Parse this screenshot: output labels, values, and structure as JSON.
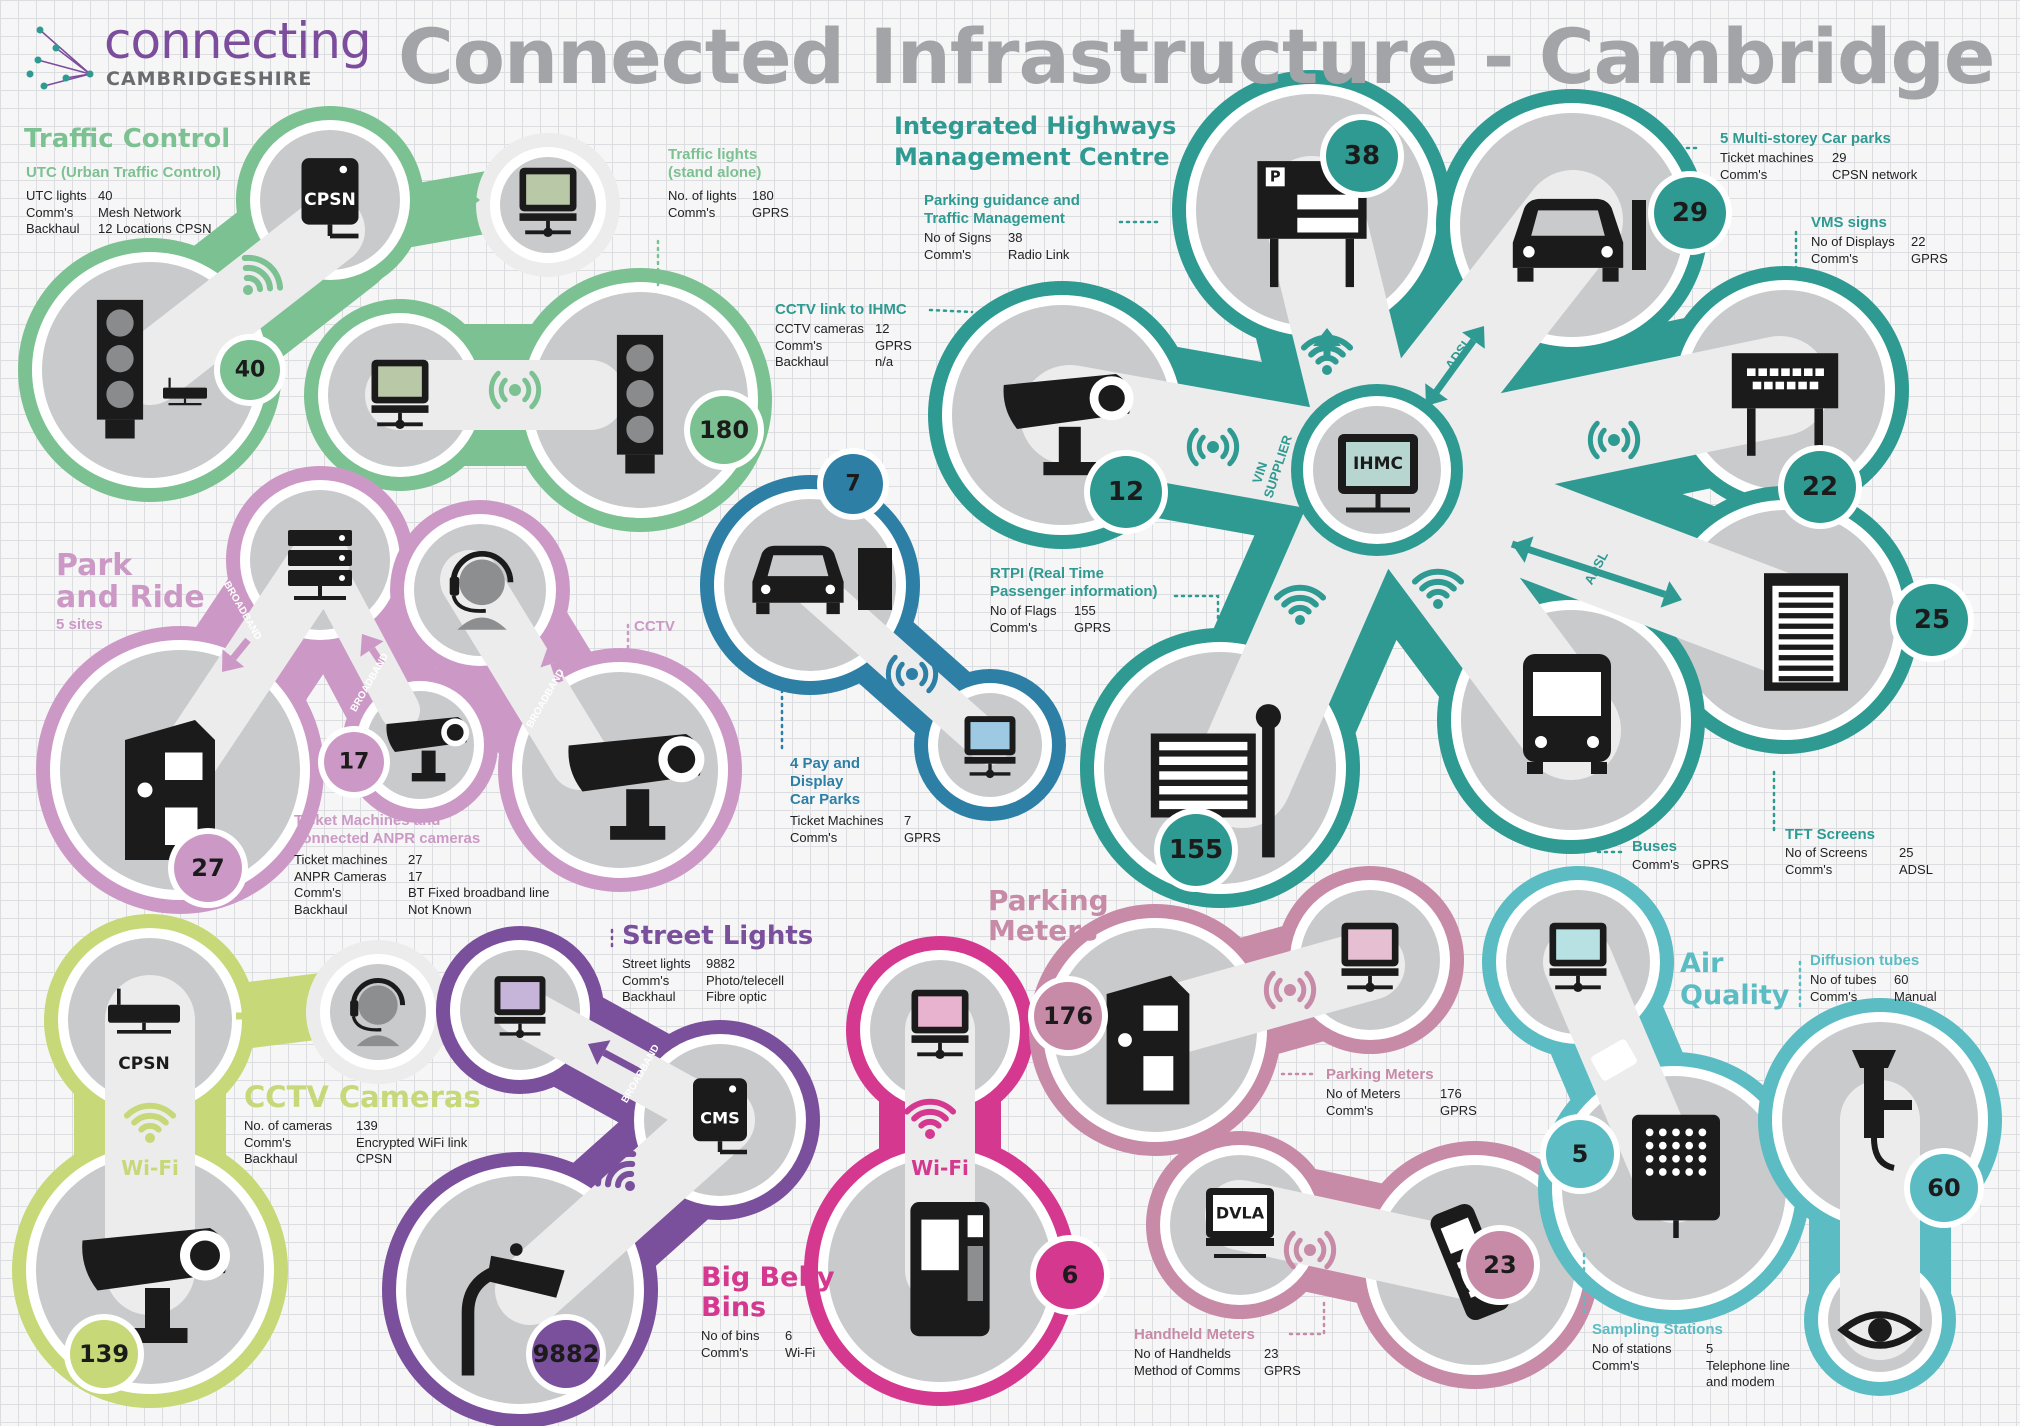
{
  "header": {
    "title": "Connected Infrastructure - Cambridge",
    "logo_line1": "connecting",
    "logo_line2": "CAMBRIDGESHIRE"
  },
  "colors": {
    "traffic": "#7cc192",
    "park": "#cc99c6",
    "ihmc": "#2e9a91",
    "pay": "#2d7fa6",
    "cctv": "#c6d877",
    "street": "#7a4f9c",
    "bin": "#d4388f",
    "meters": "#c78aa7",
    "air": "#5bbcc3",
    "icon_bg": "#c9cacc",
    "icon_dark": "#1b1b1b"
  },
  "traffic_control": {
    "title": "Traffic Control",
    "utc_heading": "UTC (Urban Traffic Control)",
    "utc_rows": [
      [
        "UTC lights",
        "40"
      ],
      [
        "Comm's",
        "Mesh Network"
      ],
      [
        "Backhaul",
        "12 Locations CPSN"
      ]
    ],
    "standalone_heading_1": "Traffic lights",
    "standalone_heading_2": "(stand alone)",
    "standalone_rows": [
      [
        "No. of lights",
        "180"
      ],
      [
        "Comm's",
        "GPRS"
      ]
    ],
    "count_utc": "40",
    "count_standalone": "180",
    "cpsn_label": "CPSN"
  },
  "park_ride": {
    "title_1": "Park",
    "title_2": "and Ride",
    "sites": "5 sites",
    "cctv_label": "CCTV",
    "tm_heading_1": "Ticket Machines and",
    "tm_heading_2": "connected ANPR cameras",
    "rows": [
      [
        "Ticket machines",
        "27"
      ],
      [
        "ANPR Cameras",
        "17"
      ],
      [
        "Comm's",
        "BT Fixed broadband line"
      ],
      [
        "Backhaul",
        "Not Known"
      ]
    ],
    "count_tickets": "27",
    "count_anpr": "17",
    "broadband": "BROADBAND"
  },
  "pay_display": {
    "heading_1": "4 Pay and",
    "heading_2": "Display",
    "heading_3": "Car Parks",
    "rows": [
      [
        "Ticket Machines",
        "7"
      ],
      [
        "Comm's",
        "GPRS"
      ]
    ],
    "count": "7"
  },
  "ihmc": {
    "title_1": "Integrated Highways",
    "title_2": "Management Centre",
    "hub_label": "IHMC",
    "vin_supplier": "VIN SUPPLIER",
    "adsl": "ADSL",
    "parking_guidance": {
      "heading_1": "Parking guidance and",
      "heading_2": "Traffic Management",
      "rows": [
        [
          "No of Signs",
          "38"
        ],
        [
          "Comm's",
          "Radio Link"
        ]
      ],
      "count": "38"
    },
    "cctv_link": {
      "heading": "CCTV link to IHMC",
      "rows": [
        [
          "CCTV cameras",
          "12"
        ],
        [
          "Comm's",
          "GPRS"
        ],
        [
          "Backhaul",
          "n/a"
        ]
      ],
      "count": "12"
    },
    "multi_storey": {
      "heading": "5 Multi-storey Car parks",
      "rows": [
        [
          "Ticket machines",
          "29"
        ],
        [
          "Comm's",
          "CPSN network"
        ]
      ],
      "count": "29"
    },
    "vms": {
      "heading": "VMS signs",
      "rows": [
        [
          "No of Displays",
          "22"
        ],
        [
          "Comm's",
          "GPRS"
        ]
      ],
      "count": "22"
    },
    "rtpi": {
      "heading_1": "RTPI (Real Time",
      "heading_2": "Passenger information)",
      "rows": [
        [
          "No of Flags",
          "155"
        ],
        [
          "Comm's",
          "GPRS"
        ]
      ],
      "count": "155"
    },
    "buses": {
      "heading": "Buses",
      "rows": [
        [
          "Comm's",
          "GPRS"
        ]
      ]
    },
    "tft": {
      "heading": "TFT Screens",
      "rows": [
        [
          "No of Screens",
          "25"
        ],
        [
          "Comm's",
          "ADSL"
        ]
      ],
      "count": "25"
    }
  },
  "cctv_cameras": {
    "title": "CCTV Cameras",
    "rows": [
      [
        "No. of cameras",
        "139"
      ],
      [
        "Comm's",
        "Encrypted WiFi link"
      ],
      [
        "Backhaul",
        "CPSN"
      ]
    ],
    "count": "139",
    "cpsn_label": "CPSN",
    "wifi_label": "Wi-Fi"
  },
  "street_lights": {
    "title": "Street Lights",
    "rows": [
      [
        "Street lights",
        "9882"
      ],
      [
        "Comm's",
        "Photo/telecell"
      ],
      [
        "Backhaul",
        "Fibre optic"
      ]
    ],
    "count": "9882",
    "cms_label": "CMS",
    "broadband": "BROADBAND"
  },
  "big_belly": {
    "title_1": "Big Belly",
    "title_2": "Bins",
    "rows": [
      [
        "No of bins",
        "6"
      ],
      [
        "Comm's",
        "Wi-Fi"
      ]
    ],
    "count": "6",
    "wifi_label": "Wi-Fi"
  },
  "parking_meters": {
    "title_1": "Parking",
    "title_2": "Meters",
    "meters": {
      "heading": "Parking Meters",
      "rows": [
        [
          "No of Meters",
          "176"
        ],
        [
          "Comm's",
          "GPRS"
        ]
      ],
      "count": "176"
    },
    "handheld": {
      "heading": "Handheld Meters",
      "rows": [
        [
          "No of Handhelds",
          "23"
        ],
        [
          "Method of Comms",
          "GPRS"
        ]
      ],
      "count": "23"
    },
    "dvla_label": "DVLA"
  },
  "air_quality": {
    "title_1": "Air",
    "title_2": "Quality",
    "diffusion": {
      "heading": "Diffusion tubes",
      "rows": [
        [
          "No of tubes",
          "60"
        ],
        [
          "Comm's",
          "Manual"
        ]
      ],
      "count": "60"
    },
    "sampling": {
      "heading": "Sampling Stations",
      "rows": [
        [
          "No of stations",
          "5"
        ],
        [
          "Comm's",
          "Telephone line"
        ],
        [
          "",
          "and modem"
        ]
      ],
      "count": "5"
    }
  }
}
